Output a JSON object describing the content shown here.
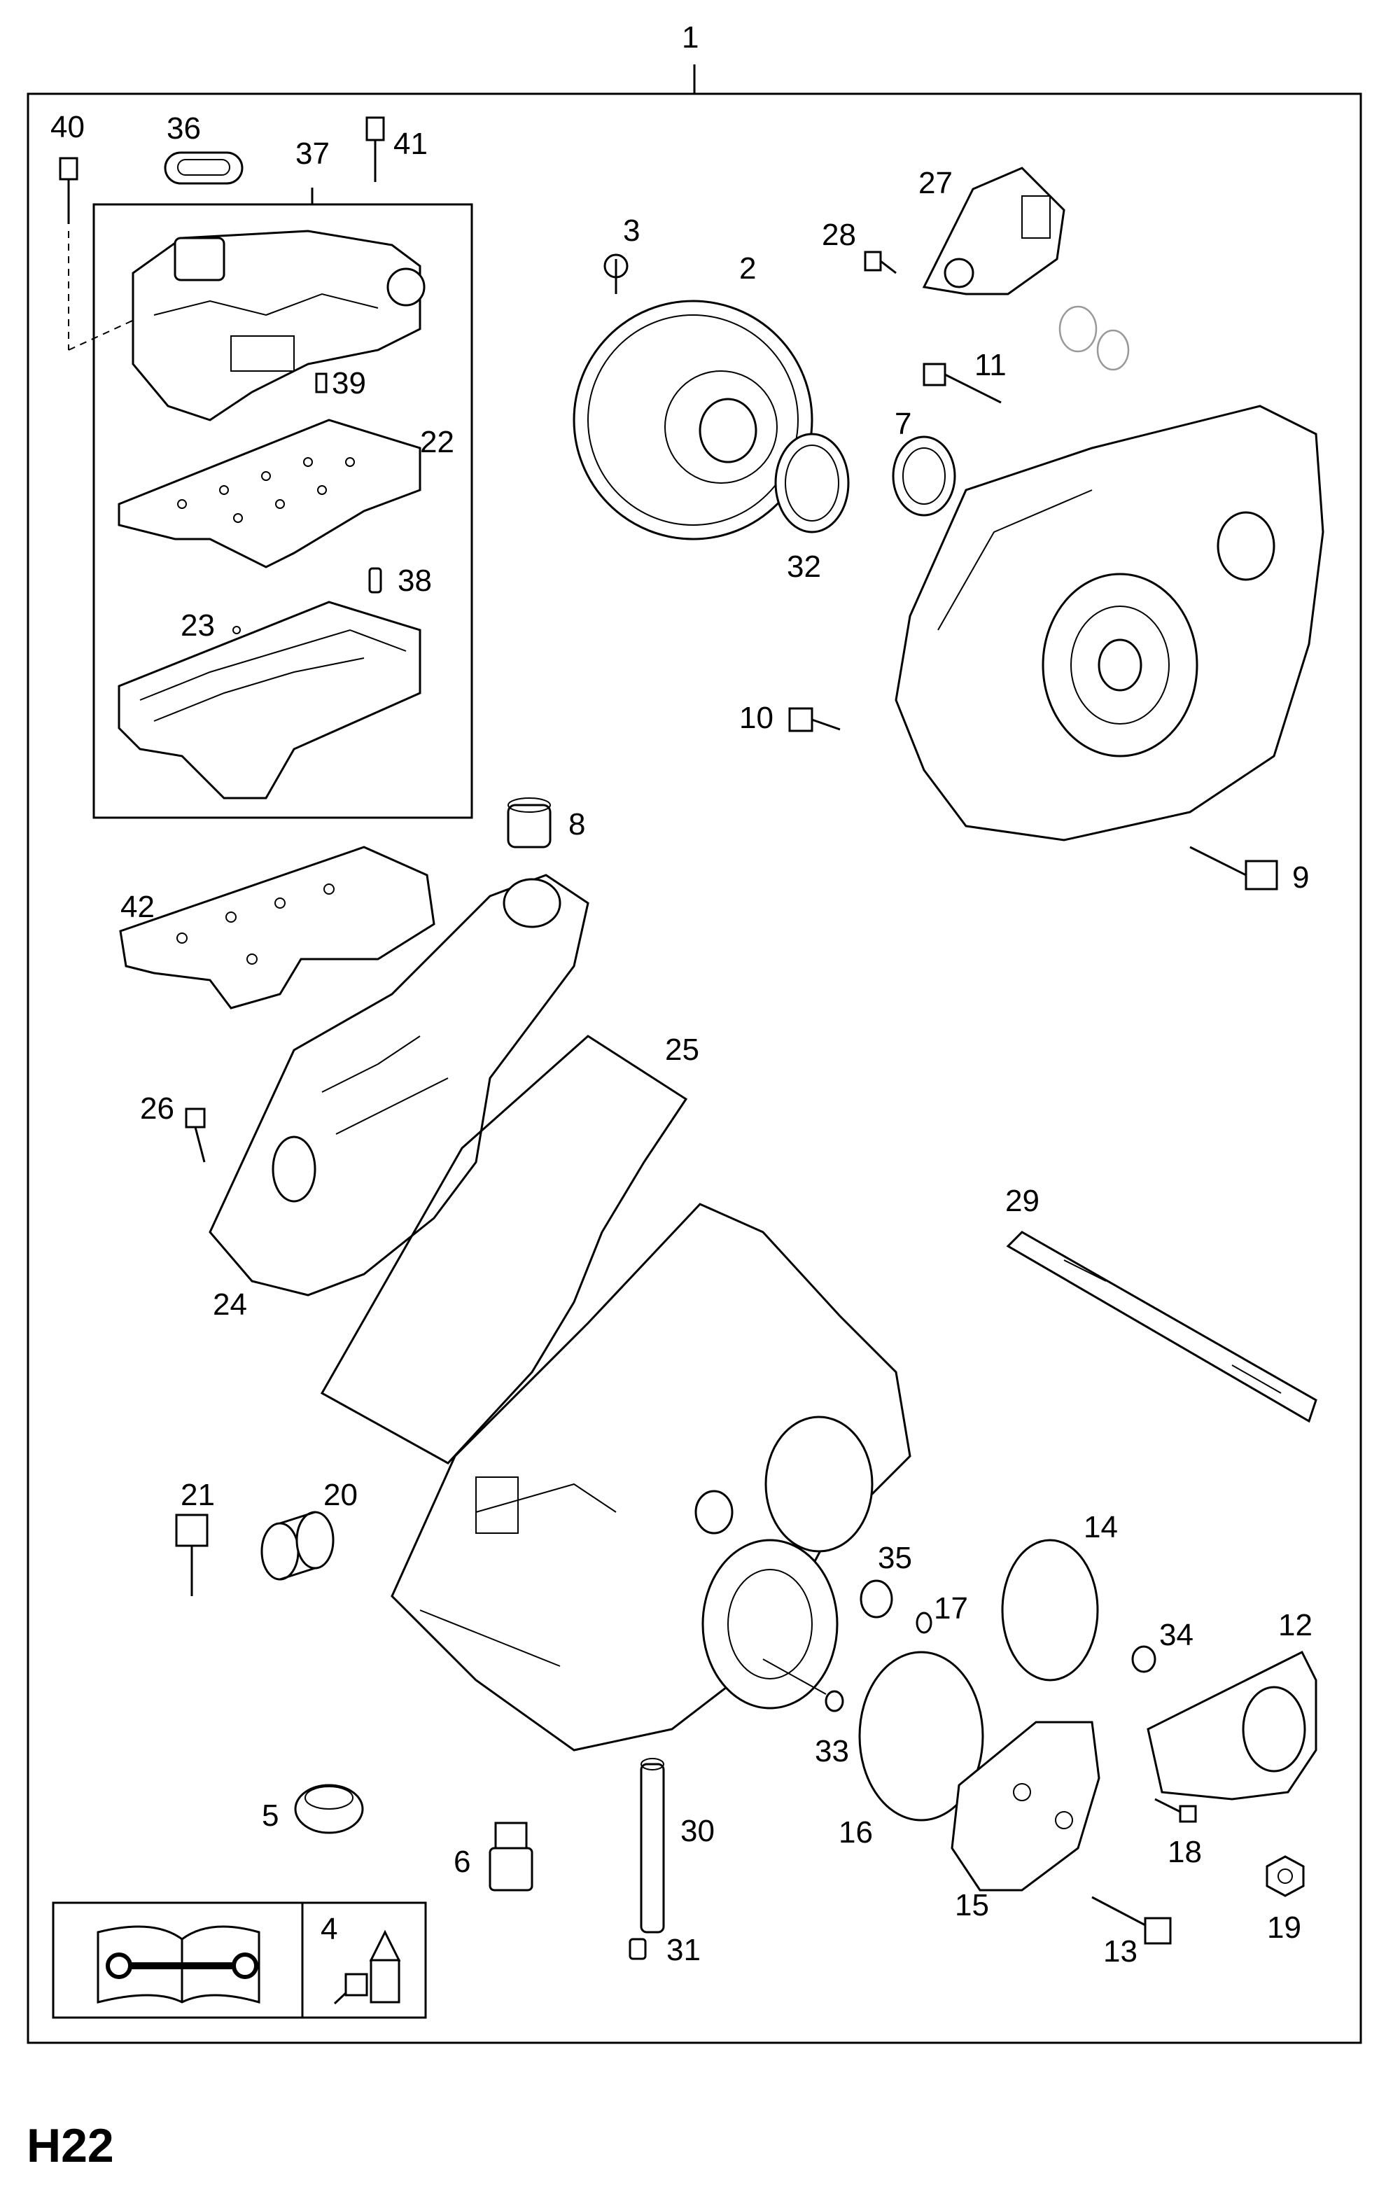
{
  "diagram_code": "H22",
  "callouts": {
    "c1": "1",
    "c2": "2",
    "c3": "3",
    "c4": "4",
    "c5": "5",
    "c6": "6",
    "c7": "7",
    "c8": "8",
    "c9": "9",
    "c10": "10",
    "c11": "11",
    "c12": "12",
    "c13": "13",
    "c14": "14",
    "c15": "15",
    "c16": "16",
    "c17": "17",
    "c18": "18",
    "c19": "19",
    "c20": "20",
    "c21": "21",
    "c22": "22",
    "c23": "23",
    "c24": "24",
    "c25": "25",
    "c26": "26",
    "c27": "27",
    "c28": "28",
    "c29": "29",
    "c30": "30",
    "c31": "31",
    "c32": "32",
    "c33": "33",
    "c34": "34",
    "c35": "35",
    "c36": "36",
    "c37": "37",
    "c38": "38",
    "c39": "39",
    "c40": "40",
    "c41": "41",
    "c42": "42"
  },
  "legend_icons": [
    "manual-book-wrench-icon",
    "sealant-tube-icon"
  ]
}
